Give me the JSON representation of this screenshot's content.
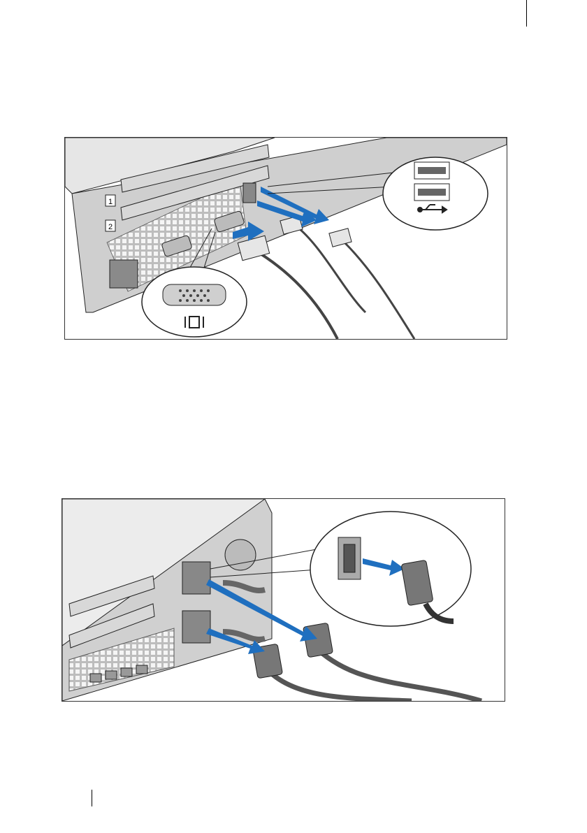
{
  "figures": [
    {
      "id": "fig1",
      "slot_labels": [
        "1",
        "2"
      ]
    },
    {
      "id": "fig2"
    }
  ],
  "icons": [
    "usb-icon",
    "vga-monitor-icon",
    "vga-port-icon",
    "usb-port-icon",
    "power-socket-icon",
    "arrow-icon"
  ],
  "colors": {
    "arrow_blue": "#1f6fbf",
    "chassis_light": "#eeeeee",
    "chassis_mid": "#c9c9c9",
    "chassis_dark": "#8a8a8a",
    "outline": "#222222"
  }
}
